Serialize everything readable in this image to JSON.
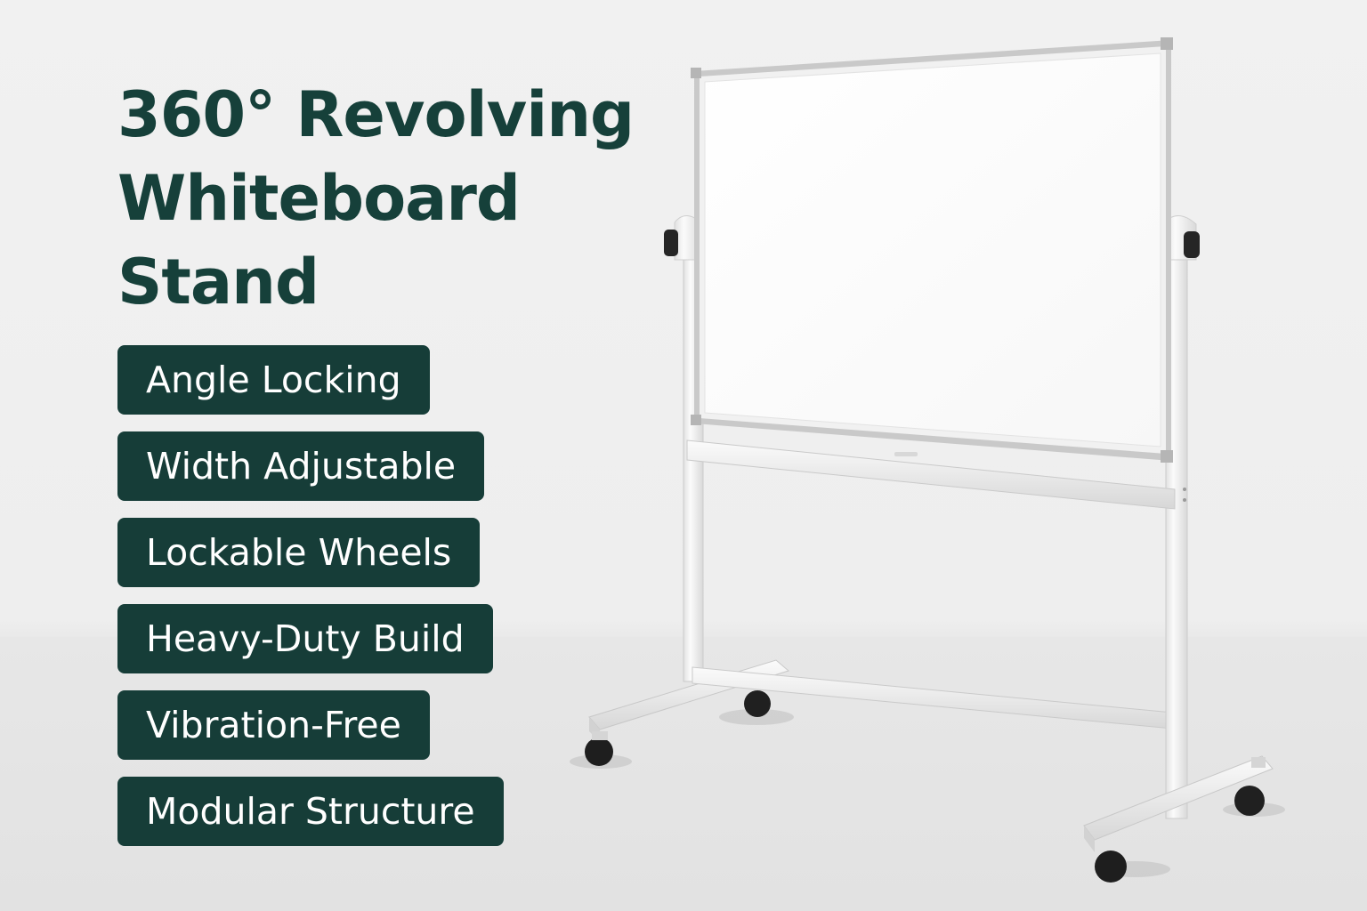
{
  "headline": {
    "line1": "360° Revolving",
    "line2": "Whiteboard",
    "line3": "Stand"
  },
  "features": [
    "Angle Locking",
    "Width Adjustable",
    "Lockable Wheels",
    "Heavy-Duty Build",
    "Vibration-Free",
    "Modular Structure"
  ],
  "colors": {
    "headline": "#16403a",
    "badge_background": "#163d38",
    "badge_text": "#ffffff",
    "background": "#efefef",
    "frame": "#f4f4f4"
  }
}
